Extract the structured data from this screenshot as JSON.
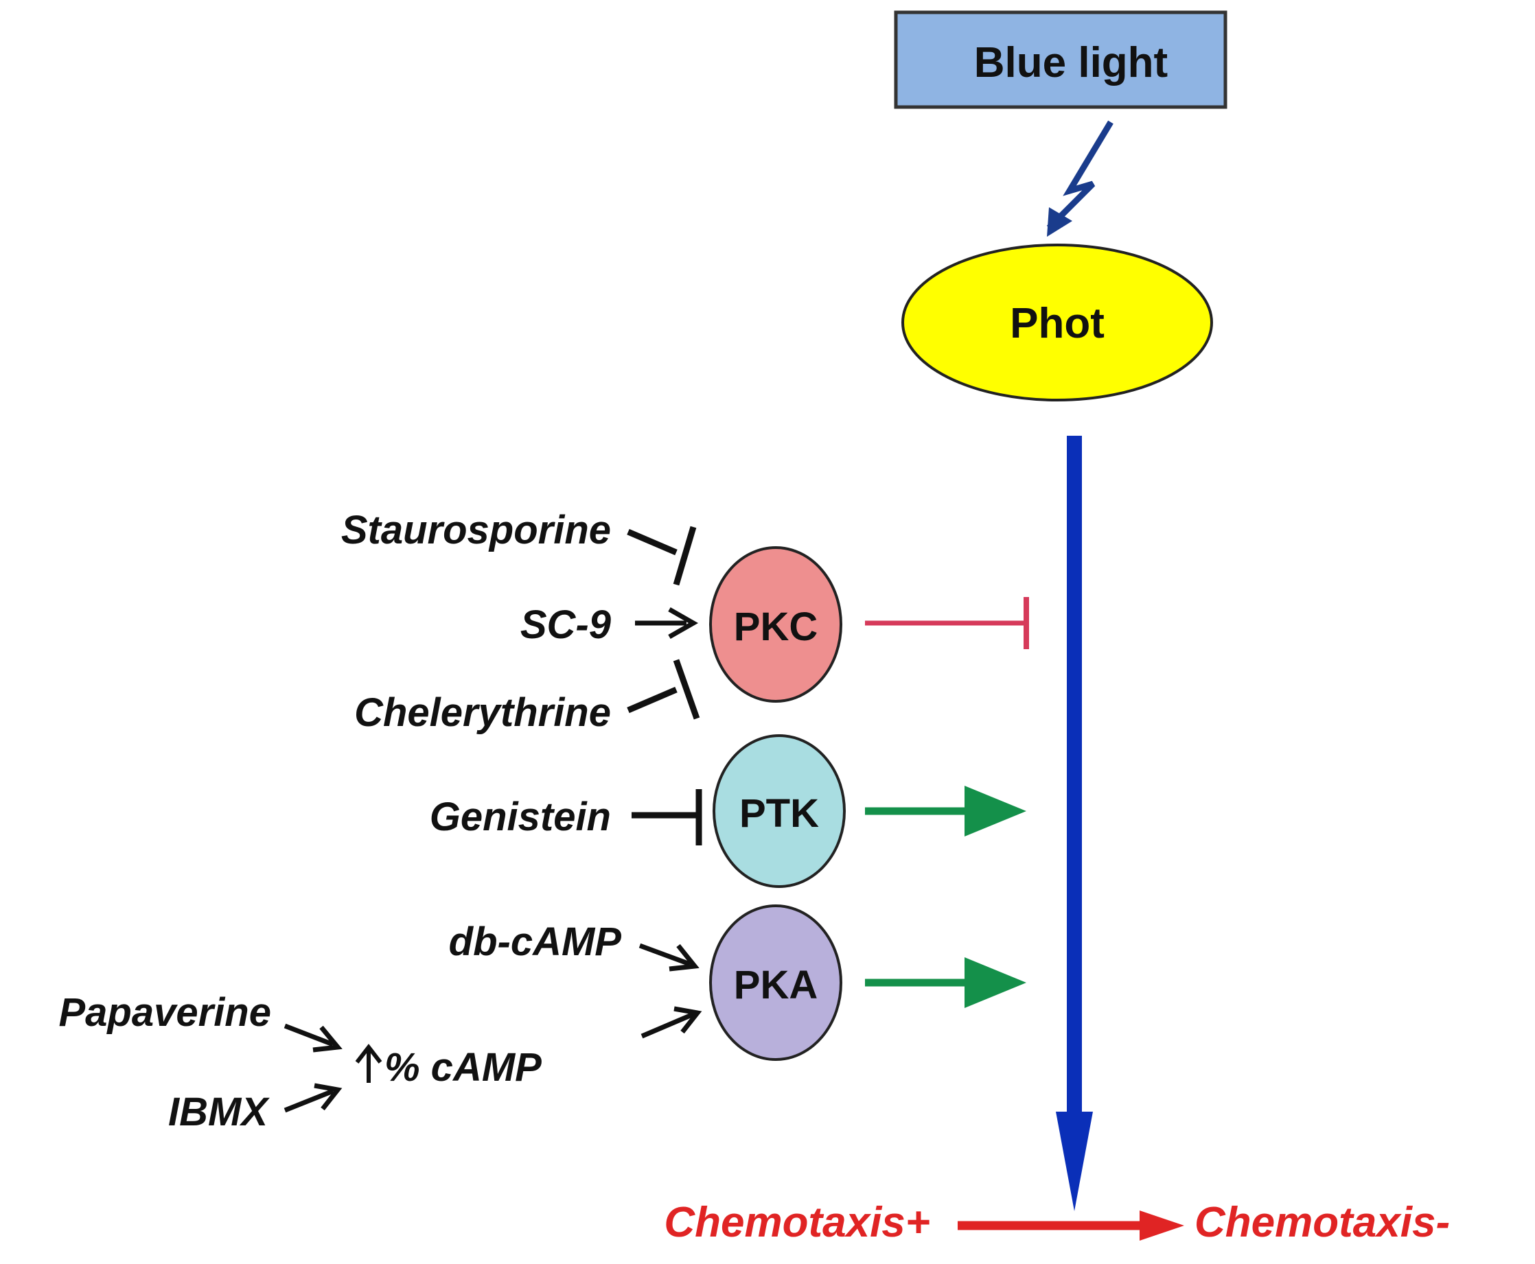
{
  "nodes": {
    "blue_light": {
      "label": "Blue light",
      "fill": "#8fb4e3",
      "stroke": "#333333"
    },
    "phot": {
      "label": "Phot",
      "fill": "#ffff00",
      "stroke": "#222222"
    },
    "pkc": {
      "label": "PKC",
      "fill": "#ee8f8f",
      "stroke": "#222222"
    },
    "ptk": {
      "label": "PTK",
      "fill": "#a9dde1",
      "stroke": "#222222"
    },
    "pka": {
      "label": "PKA",
      "fill": "#b8b0db",
      "stroke": "#222222"
    }
  },
  "regulators": {
    "staurosporine": "Staurosporine",
    "sc9": "SC-9",
    "chelerythrine": "Chelerythrine",
    "genistein": "Genistein",
    "db_camp": "db-cAMP",
    "papaverine": "Papaverine",
    "ibmx": "IBMX",
    "camp_level": "% cAMP"
  },
  "outcomes": {
    "chemotaxis_pos": "Chemotaxis+",
    "chemotaxis_neg": "Chemotaxis-"
  },
  "colors": {
    "main_pathway": "#0a2fb8",
    "lightning": "#1a3c8c",
    "inhibition_pkc": "#d63a5a",
    "activation_green": "#14904a",
    "outcome_red": "#e02424",
    "regulator_black": "#111111"
  }
}
